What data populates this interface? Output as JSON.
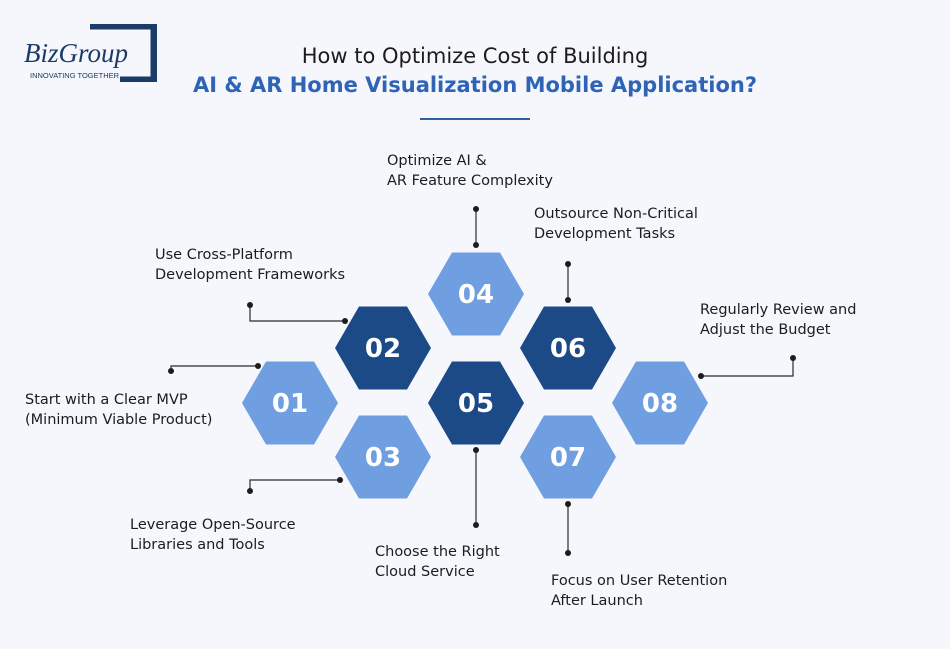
{
  "logo": {
    "brand": "BizGroup",
    "tagline": "INNOVATING TOGETHER"
  },
  "title": {
    "line1": "How to Optimize Cost of Building",
    "line2": "AI & AR Home Visualization Mobile Application?"
  },
  "colors": {
    "light": "#6f9fe0",
    "dark": "#1c4a86",
    "accent": "#2e63b5",
    "logo_frame": "#1c3b66"
  },
  "items": [
    {
      "number": "01",
      "lines": [
        "Start with a Clear MVP",
        "(Minimum Viable Product)"
      ],
      "shade": "light"
    },
    {
      "number": "02",
      "lines": [
        "Use Cross-Platform",
        "Development Frameworks"
      ],
      "shade": "dark"
    },
    {
      "number": "03",
      "lines": [
        "Leverage Open-Source",
        "Libraries and Tools"
      ],
      "shade": "light"
    },
    {
      "number": "04",
      "lines": [
        "Optimize AI &",
        "AR Feature Complexity"
      ],
      "shade": "light"
    },
    {
      "number": "05",
      "lines": [
        "Choose the Right",
        "Cloud Service"
      ],
      "shade": "dark"
    },
    {
      "number": "06",
      "lines": [
        "Outsource Non-Critical",
        "Development Tasks"
      ],
      "shade": "dark"
    },
    {
      "number": "07",
      "lines": [
        "Focus on User Retention",
        "After Launch"
      ],
      "shade": "light"
    },
    {
      "number": "08",
      "lines": [
        "Regularly Review and",
        "Adjust the Budget"
      ],
      "shade": "light"
    }
  ]
}
